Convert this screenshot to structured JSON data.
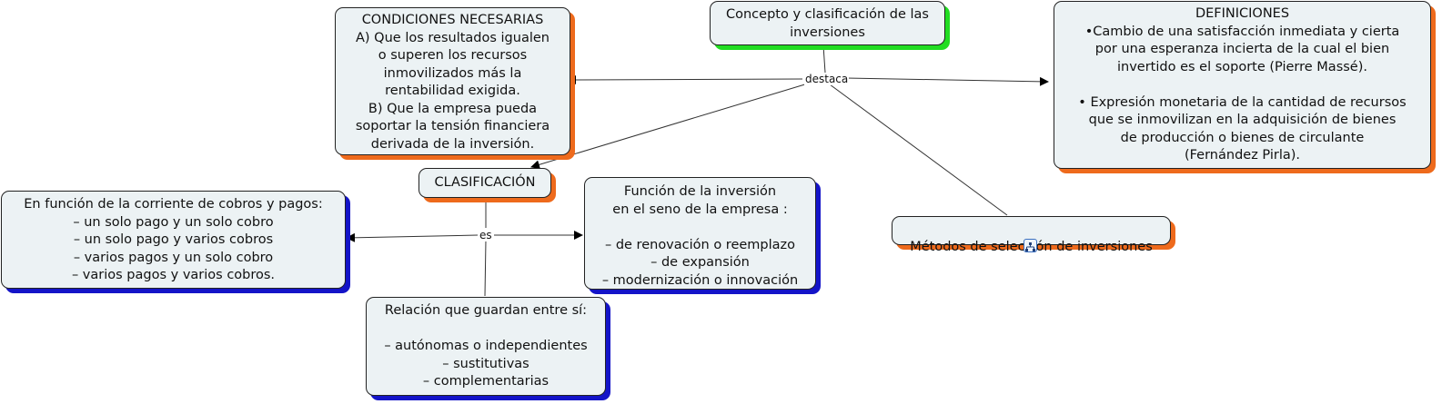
{
  "map": {
    "root": {
      "text": "Concepto y clasificación de las\ninversiones",
      "shadow_color": "#22dd22"
    },
    "linking_phrases": {
      "destaca": "destaca",
      "es": "es"
    },
    "nodes": {
      "condiciones": {
        "text": "CONDICIONES NECESARIAS\nA) Que los resultados igualen\no superen los recursos\ninmovilizados más la\nrentabilidad exigida.\nB) Que la empresa pueda\nsoportar la tensión financiera\nderivada de la inversión.",
        "shadow_color": "#ee6a1c"
      },
      "definiciones": {
        "text": "DEFINICIONES\n•Cambio de una satisfacción inmediata y cierta\npor una esperanza incierta de la cual el bien\ninvertido es el soporte (Pierre Massé).\n\n• Expresión monetaria de la cantidad de recursos\nque se inmovilizan en la adquisición de bienes\nde producción o bienes de circulante\n(Fernández Pirla).",
        "shadow_color": "#ee6a1c"
      },
      "clasificacion": {
        "text": "CLASIFICACIÓN",
        "shadow_color": "#ee6a1c"
      },
      "metodos": {
        "text": "Métodos de selección de inversiones",
        "shadow_color": "#ee6a1c",
        "submap_icon": "submap-icon"
      },
      "cobros_pagos": {
        "text": "En función de la corriente de cobros y pagos:\n– un solo pago y un solo cobro\n– un solo pago y varios cobros\n– varios pagos y un solo cobro\n– varios pagos y varios cobros.",
        "shadow_color": "#1414c8"
      },
      "funcion": {
        "text": "Función de la inversión\n en el seno de la empresa :\n\n– de renovación o reemplazo\n– de expansión\n– modernización o innovación",
        "shadow_color": "#1414c8"
      },
      "relacion": {
        "text": "Relación que guardan entre sí:\n\n– autónomas o independientes\n– sustitutivas\n– complementarias",
        "shadow_color": "#1414c8"
      }
    }
  }
}
